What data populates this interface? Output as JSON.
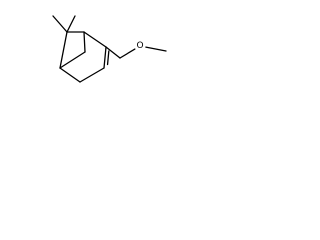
{
  "structure": {
    "atoms": [
      {
        "id": "C1",
        "element": "C"
      },
      {
        "id": "C2",
        "element": "C"
      },
      {
        "id": "C3",
        "element": "C"
      },
      {
        "id": "C4",
        "element": "C"
      },
      {
        "id": "C5",
        "element": "C"
      },
      {
        "id": "C6",
        "element": "C"
      },
      {
        "id": "C7",
        "element": "C"
      },
      {
        "id": "C8",
        "element": "C"
      },
      {
        "id": "C9",
        "element": "C"
      },
      {
        "id": "C10",
        "element": "C"
      },
      {
        "id": "O1",
        "element": "O",
        "label": "O"
      },
      {
        "id": "C11",
        "element": "C"
      }
    ],
    "bonds": [
      {
        "from": "C1",
        "to": "C2",
        "order": 1
      },
      {
        "from": "C2",
        "to": "C3",
        "order": 2
      },
      {
        "from": "C3",
        "to": "C4",
        "order": 1
      },
      {
        "from": "C4",
        "to": "C5",
        "order": 1
      },
      {
        "from": "C5",
        "to": "C6",
        "order": 1
      },
      {
        "from": "C6",
        "to": "C1",
        "order": 1
      },
      {
        "from": "C1",
        "to": "C7",
        "order": 1
      },
      {
        "from": "C7",
        "to": "C5",
        "order": 1
      },
      {
        "from": "C6",
        "to": "C8",
        "order": 1
      },
      {
        "from": "C6",
        "to": "C9",
        "order": 1
      },
      {
        "from": "C2",
        "to": "C10",
        "order": 1
      },
      {
        "from": "C10",
        "to": "O1",
        "order": 1
      },
      {
        "from": "O1",
        "to": "C11",
        "order": 1
      }
    ]
  }
}
